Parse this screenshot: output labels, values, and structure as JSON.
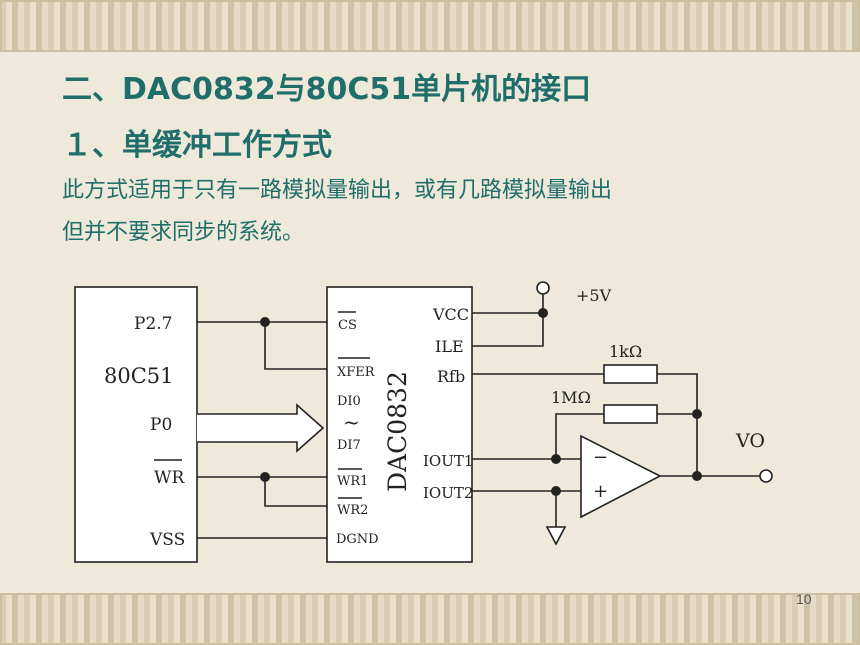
{
  "slide": {
    "title": "二、DAC0832与80C51单片机的接口",
    "subtitle": "１、单缓冲工作方式",
    "paragraph_line1": "此方式适用于只有一路模拟量输出，或有几路模拟量输出",
    "paragraph_line2": "但并不要求同步的系统。",
    "page_number": "10",
    "text_color": "#1f6e6a"
  },
  "diagram": {
    "mcu": {
      "name": "80C51",
      "pin_p27": "P2.7",
      "pin_p0": "P0",
      "pin_wr": "WR",
      "pin_vss": "VSS"
    },
    "dac": {
      "name": "DAC0832",
      "pin_cs": "CS",
      "pin_xfer": "XFER",
      "pin_di0": "DI0",
      "pin_tilde": "~",
      "pin_di7": "DI7",
      "pin_wr1": "WR1",
      "pin_wr2": "WR2",
      "pin_dgnd": "DGND",
      "pin_vcc": "VCC",
      "pin_ile": "ILE",
      "pin_rfb": "Rfb",
      "pin_iout1": "IOUT1",
      "pin_iout2": "IOUT2"
    },
    "supply_label": "+5V",
    "resistor_1k": "1kΩ",
    "resistor_1m": "1MΩ",
    "opamp_minus": "−",
    "opamp_plus": "+",
    "output_label": "VO"
  }
}
